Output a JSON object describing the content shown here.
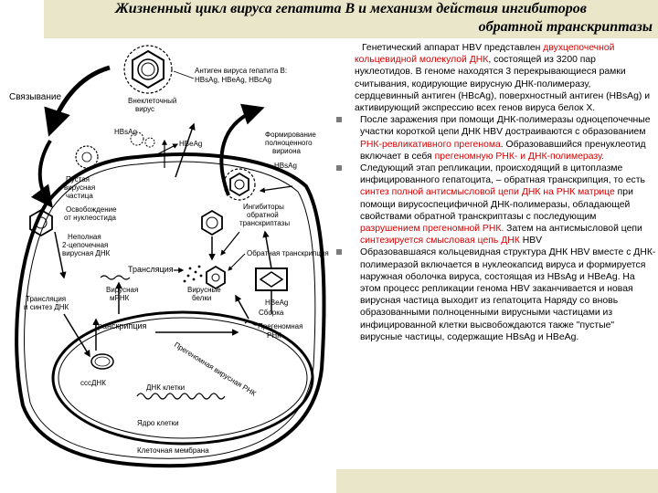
{
  "title": {
    "line1": "Жизненный цикл вируса гепатита В и механизм действия ингибиторов",
    "line2": "обратной транскриптазы"
  },
  "diagram": {
    "antigen_label_1": "Антиген вируса гепатита В:",
    "antigen_label_2": "HBsAg, HBeAg, HBcAg",
    "binding": "Связывание",
    "extracellular_1": "Внеклеточный",
    "extracellular_2": "вирус",
    "hbsag_top": "HBsAg",
    "hbeag_top": "HBeAg",
    "empty_1": "Пустая",
    "empty_2": "вирусная",
    "empty_3": "частица",
    "formation_1": "Формирование",
    "formation_2": "полноценного",
    "formation_3": "вириона",
    "hbsag_right": "HBsAg",
    "uncoating_1": "Освобождение",
    "uncoating_2": "от нуклеостида",
    "inhibitors_1": "Ингибиторы",
    "inhibitors_2": "обратной",
    "inhibitors_3": "транскриптазы",
    "incomplete_1": "Неполная",
    "incomplete_2": "2-цепочечная",
    "incomplete_3": "вирусная ДНК",
    "reverse_tr": "Обратная транскрипция",
    "translation_mid": "Трансляция",
    "translation_left_1": "Трансляция",
    "translation_left_2": "и синтез ДНК",
    "viral_mrna_1": "Вирусная",
    "viral_mrna_2": "мРНК",
    "viral_proteins_1": "Вирусные",
    "viral_proteins_2": "белки",
    "hbeag_low": "HBeAg",
    "assembly": "Сборка",
    "transcription": "Транскрипция",
    "pregenomic_1": "Прегеномная",
    "pregenomic_2": "РНК",
    "cccdna": "cccДНК",
    "pregenomic_rna_diag": "Прегеномная вирусная РНК",
    "cell_dna": "ДНК клетки",
    "cell_nucleus": "Ядро клетки",
    "cell_membrane": "Клеточная мембрана"
  },
  "text": {
    "p1_a": "Генетический аппарат HBV представлен ",
    "p1_b": "двухцепочечной кольцевидной молекулой ДНК",
    "p1_c": ", состоящей из 3200 пар нуклеотидов. В геноме находятся 3 перекрывающиеся рамки считывания, кодирующие вирусную ДНК-полимеразу, сердцевинный антиген (HBcAg), поверхностный антиген (HBsAg) и активирующий экспрессию всех генов вируса белок X.",
    "p2_a": "После заражения при помощи ДНК-полимеразы одноцепочечные участки короткой цепи ДНК HBV достраиваются с образованием ",
    "p2_b": "РНК-ревликативного прегенома",
    "p2_c": ". Образовавшийся пренуклеотид включает в себя ",
    "p2_d": "прегеномную РНК- и ДНК-полимеразу.",
    "p3_a": "Следующий этап репликации, происходящий в цитоплазме инфицированного гепатоцита, – обратная транскрипция, то есть ",
    "p3_b": "синтез полной антисмысловой цепи ДНК на РНК матрице",
    "p3_c": " при помощи вирусоспецифичной ДНК-полимеразы, обладающей свойствами обратной транскриптазы с последующим ",
    "p3_d": "разрушением прегеномной РНК.",
    "p3_e": " Затем на антисмысловой цепи ",
    "p3_f": "синтезируется смысловая цепь ДНК",
    "p3_g": " HBV",
    "p4": "Образовавшаяся кольцевидная структура ДНК HBV вместе с ДНК-полимеразой включается в нуклеокапсид вируса и формируется наружная оболочка вируса, состоящая из HBsAg и HBeAg. На этом процесс репликации генома HBV заканчивается и новая вирусная частица выходит из гепатоцита Наряду со вновь образованными полноценными вирусными частицами из инфицированной клетки высвобождаются также \"пустые\" вирусные частицы, содержащие HBsAg и HBeAg."
  },
  "colors": {
    "title_band": "#e9e6c9",
    "highlight": "#d40000",
    "bullet": "#7b7b7b"
  }
}
